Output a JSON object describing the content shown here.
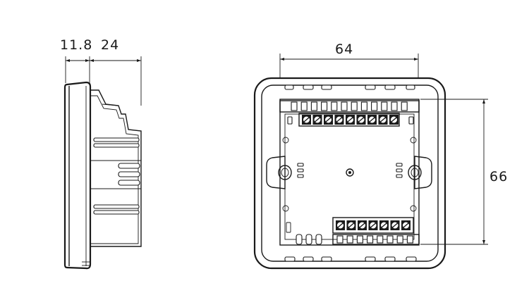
{
  "dimensions": {
    "side_depth_front": "11.8",
    "side_depth_back": "24",
    "front_width": "64",
    "front_height": "66"
  },
  "colors": {
    "line": "#1a1a1a",
    "background": "#ffffff"
  }
}
